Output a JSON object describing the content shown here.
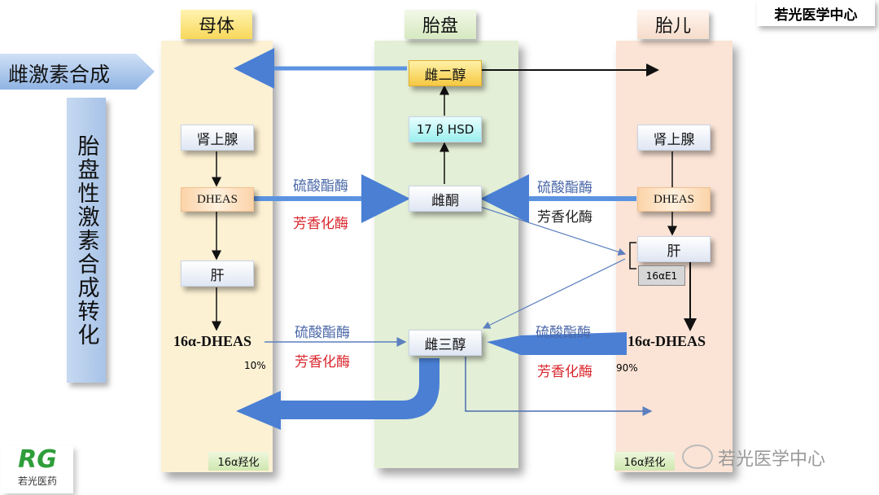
{
  "brand_box": "若光医学中心",
  "left_arrow": "雌激素合成",
  "vertical_title": "胎盘性激素合成转化",
  "columns": {
    "mother": "母体",
    "placenta": "胎盘",
    "fetus": "胎儿"
  },
  "placenta": {
    "estradiol": "雌二醇",
    "hsd": "17 β HSD",
    "estrone": "雌酮",
    "estriol": "雌三醇"
  },
  "mother": {
    "adrenal": "肾上腺",
    "dheas": "DHEAS",
    "liver": "肝",
    "dheas16": "16α-DHEAS",
    "pct": "10%",
    "hydrox": "16α羟化"
  },
  "fetus": {
    "adrenal": "肾上腺",
    "dheas": "DHEAS",
    "liver": "肝",
    "e1": "16αE1",
    "dheas16": "16α-DHEAS",
    "pct": "90%",
    "hydrox": "16α羟化"
  },
  "enzymes": {
    "sulf": "硫酸酯酶",
    "arom": "芳香化酶"
  },
  "watermark": "若光医学中心",
  "logo": {
    "mark": "RG",
    "text": "若光医药"
  },
  "colors": {
    "mother_bg": "#fdf1d4",
    "placenta_bg": "#e3efd6",
    "fetus_bg": "#fbe4d6",
    "header_yellow": "#fbe07a",
    "arrow_blue": "#4a7fd4"
  }
}
